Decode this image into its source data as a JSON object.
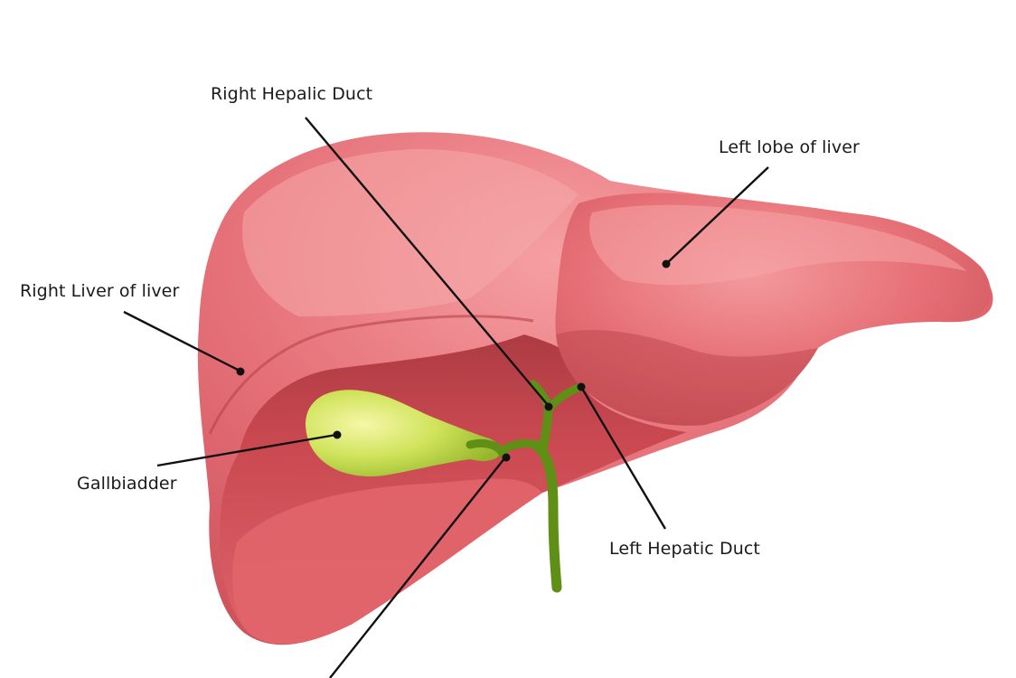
{
  "labels": {
    "right_hepatic_duct": "Right Hepalic Duct",
    "left_lobe": "Left lobe of liver",
    "right_lobe": "Right Liver of liver",
    "gallbladder": "Gallbiadder",
    "left_hepatic_duct": "Left Hepatic Duct"
  },
  "colors": {
    "liver": "#e0636a",
    "liver_light": "#f29a9c",
    "liver_dark": "#b53e45",
    "gallbladder": "#c2dc4e",
    "duct": "#5f8f14",
    "leader": "#111111"
  }
}
